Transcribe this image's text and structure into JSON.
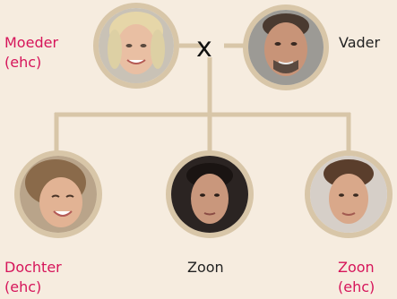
{
  "colors": {
    "background": "#f6ecdf",
    "line": "#d8c6a8",
    "affected": "#d6155a",
    "text": "#222222"
  },
  "marriage_symbol": "x",
  "people": {
    "mother": {
      "name": "Moeder",
      "status": "(ehc)",
      "icon": "woman-portrait"
    },
    "father": {
      "name": "Vader",
      "icon": "man-portrait"
    },
    "daughter": {
      "name": "Dochter",
      "status": "(ehc)",
      "icon": "girl-portrait"
    },
    "son_center": {
      "name": "Zoon",
      "icon": "young-man-portrait"
    },
    "son_right": {
      "name": "Zoon",
      "status": "(ehc)",
      "icon": "young-man-portrait"
    }
  }
}
